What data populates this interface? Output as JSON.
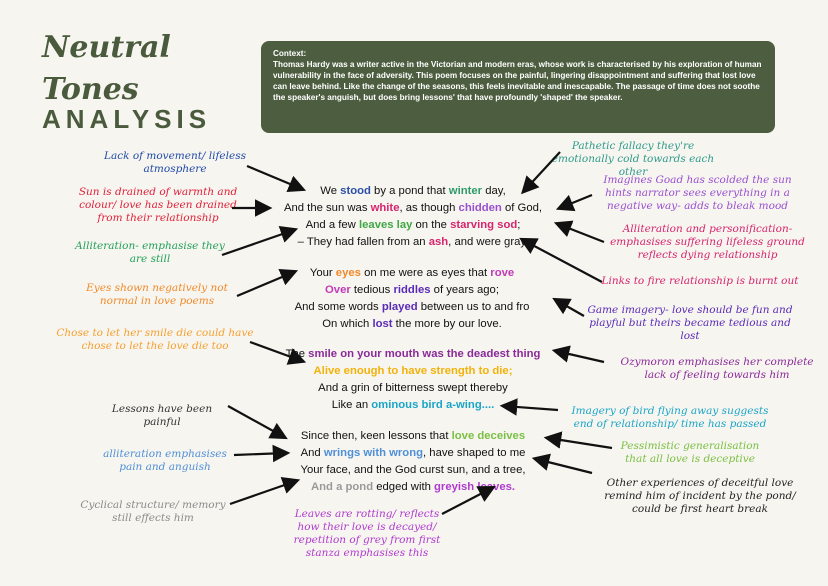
{
  "title": {
    "line1": "Neutral",
    "line2": "Tones",
    "line3": "ANALYSIS"
  },
  "context": {
    "heading": "Context:",
    "body": "Thomas Hardy was a writer active in the Victorian and modern eras, whose work is characterised by his exploration of human vulnerability in the face of adversity. This poem focuses on the painful, lingering disappointment and suffering that lost love can leave behind. Like the change of the seasons, this feels inevitable and inescapable. The passage of time does not soothe the speaker's anguish, but does bring lessons' that have profoundly 'shaped' the speaker."
  },
  "stanzas": [
    [
      [
        {
          "t": "We "
        },
        {
          "t": "stood",
          "c": "#2c4fa8"
        },
        {
          "t": " by a pond that "
        },
        {
          "t": "winter",
          "c": "#2e9a6a"
        },
        {
          "t": " day,"
        }
      ],
      [
        {
          "t": "And the sun was "
        },
        {
          "t": "white",
          "c": "#d6246e"
        },
        {
          "t": ", as though "
        },
        {
          "t": "chidden",
          "c": "#9a4fd0"
        },
        {
          "t": " of God,"
        }
      ],
      [
        {
          "t": "And a few "
        },
        {
          "t": "leaves lay",
          "c": "#3fa845"
        },
        {
          "t": " on the "
        },
        {
          "t": "starving sod",
          "c": "#d6246e"
        },
        {
          "t": ";"
        }
      ],
      [
        {
          "t": "– They had fallen from an "
        },
        {
          "t": "ash",
          "c": "#d6246e"
        },
        {
          "t": ", and were gray."
        }
      ]
    ],
    [
      [
        {
          "t": "Your "
        },
        {
          "t": "eyes",
          "c": "#f08a2a"
        },
        {
          "t": " on me were as eyes that "
        },
        {
          "t": "rove",
          "c": "#c23ab8"
        }
      ],
      [
        {
          "t": "Over",
          "c": "#c23ab8"
        },
        {
          "t": " tedious "
        },
        {
          "t": "riddles",
          "c": "#5a2ab8"
        },
        {
          "t": " of years ago;"
        }
      ],
      [
        {
          "t": "And some words "
        },
        {
          "t": "played",
          "c": "#5a2ab8"
        },
        {
          "t": " between us to and fro"
        }
      ],
      [
        {
          "t": "On which "
        },
        {
          "t": "lost",
          "c": "#5a2ab8"
        },
        {
          "t": " the more by our love."
        }
      ]
    ],
    [
      [
        {
          "t": "The "
        },
        {
          "t": "smile on your mouth was the deadest thing",
          "c": "#8a2a9a"
        }
      ],
      [
        {
          "t": "Alive enough to have strength to die;",
          "c": "#f2b20a"
        }
      ],
      [
        {
          "t": "And a grin of bitterness swept thereby"
        }
      ],
      [
        {
          "t": "Like an "
        },
        {
          "t": "ominous bird a-wing....",
          "c": "#1aa5c8"
        }
      ]
    ],
    [
      [
        {
          "t": "Since then, keen lessons that "
        },
        {
          "t": "love deceives",
          "c": "#7ac043"
        }
      ],
      [
        {
          "t": "And "
        },
        {
          "t": "wrings with wrong",
          "c": "#4f8fd8"
        },
        {
          "t": ", have shaped to me"
        }
      ],
      [
        {
          "t": "Your face, and the God curst sun, and a tree,"
        }
      ],
      [
        {
          "t": "And a pond",
          "c": "#9a9a9a"
        },
        {
          "t": " edged with "
        },
        {
          "t": "greyish leaves.",
          "c": "#b03ad0"
        }
      ]
    ]
  ],
  "notes": [
    {
      "id": "n1",
      "text": "Lack of movement/ lifeless atmosphere",
      "color": "#1f4aa8"
    },
    {
      "id": "n2",
      "text": "Sun is drained of warmth and colour/ love has been drained from their relationship",
      "color": "#e0203a"
    },
    {
      "id": "n3",
      "text": "Alliteration- emphasise they are still",
      "color": "#22a05a"
    },
    {
      "id": "n4",
      "text": "Eyes shown negatively not normal in love poems",
      "color": "#f08a2a"
    },
    {
      "id": "n5",
      "text": "Chose to let her smile die could have chose to let the love die too",
      "color": "#f5a030"
    },
    {
      "id": "n6",
      "text": "Lessons have been painful",
      "color": "#333333"
    },
    {
      "id": "n7",
      "text": "alliteration emphasises pain and anguish",
      "color": "#4f8fd8"
    },
    {
      "id": "n8",
      "text": "Cyclical structure/ memory still effects him",
      "color": "#8a8a8a"
    },
    {
      "id": "n9",
      "text": "Leaves are rotting/ reflects how their love is decayed/ repetition of grey from first stanza emphasises this",
      "color": "#b03ad0"
    },
    {
      "id": "n10",
      "text": "Pathetic fallacy they're emotionally cold towards each other",
      "color": "#2e9a8a"
    },
    {
      "id": "n11",
      "text": "Imagines Goad has scolded the sun hints narrator sees everything in a negative way- adds to bleak mood",
      "color": "#9a4fd0"
    },
    {
      "id": "n12",
      "text": "Alliteration and personification- emphasises suffering lifeless ground reflects dying relationship",
      "color": "#d6246e"
    },
    {
      "id": "n13",
      "text": "Links to fire relationship is burnt out",
      "color": "#d6246e"
    },
    {
      "id": "n14",
      "text": "Game imagery- love should be fun and playful but theirs became tedious and lost",
      "color": "#5a2ab8"
    },
    {
      "id": "n15",
      "text": "Ozymoron emphasises her complete lack of feeling towards him",
      "color": "#8a2a9a"
    },
    {
      "id": "n16",
      "text": "Imagery of bird flying away suggests end of relationship/ time has passed",
      "color": "#1aa5c8"
    },
    {
      "id": "n17",
      "text": "Pessimistic generalisation that all love is deceptive",
      "color": "#7ac043"
    },
    {
      "id": "n18",
      "text": "Other experiences of deceitful love remind him of incident by the pond/ could be first heart break",
      "color": "#222222"
    }
  ]
}
